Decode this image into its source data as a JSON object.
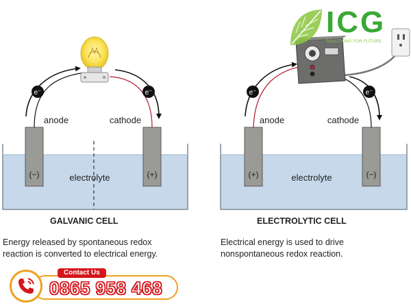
{
  "galvanic": {
    "title": "GALVANIC CELL",
    "anode_label": "anode",
    "cathode_label": "cathode",
    "electrolyte_label": "electrolyte",
    "anode_sign": "(−)",
    "cathode_sign": "(+)",
    "electron_symbol": "e⁻",
    "description_line1": "Energy released by spontaneous redox",
    "description_line2": "reaction is converted to electrical energy."
  },
  "electrolytic": {
    "title": "ELECTROLYTIC CELL",
    "anode_label": "anode",
    "cathode_label": "cathode",
    "electrolyte_label": "electrolyte",
    "anode_sign": "(+)",
    "cathode_sign": "(−)",
    "electron_symbol": "e⁻",
    "description_line1": "Electrical energy is used to drive",
    "description_line2": "nonspontaneous redox reaction."
  },
  "logo": {
    "text": "ICG",
    "tagline": "SOLUTIONS FOR FUTURE"
  },
  "contact": {
    "tag": "Contact Us",
    "number": "0865 958 468"
  },
  "colors": {
    "electrolyte": "#c6d8ea",
    "electrode": "#9a9a96",
    "wire_red": "#b4253a",
    "logo_green": "#39a935",
    "contact_red": "#d4161c",
    "contact_orange": "#f0a020"
  }
}
